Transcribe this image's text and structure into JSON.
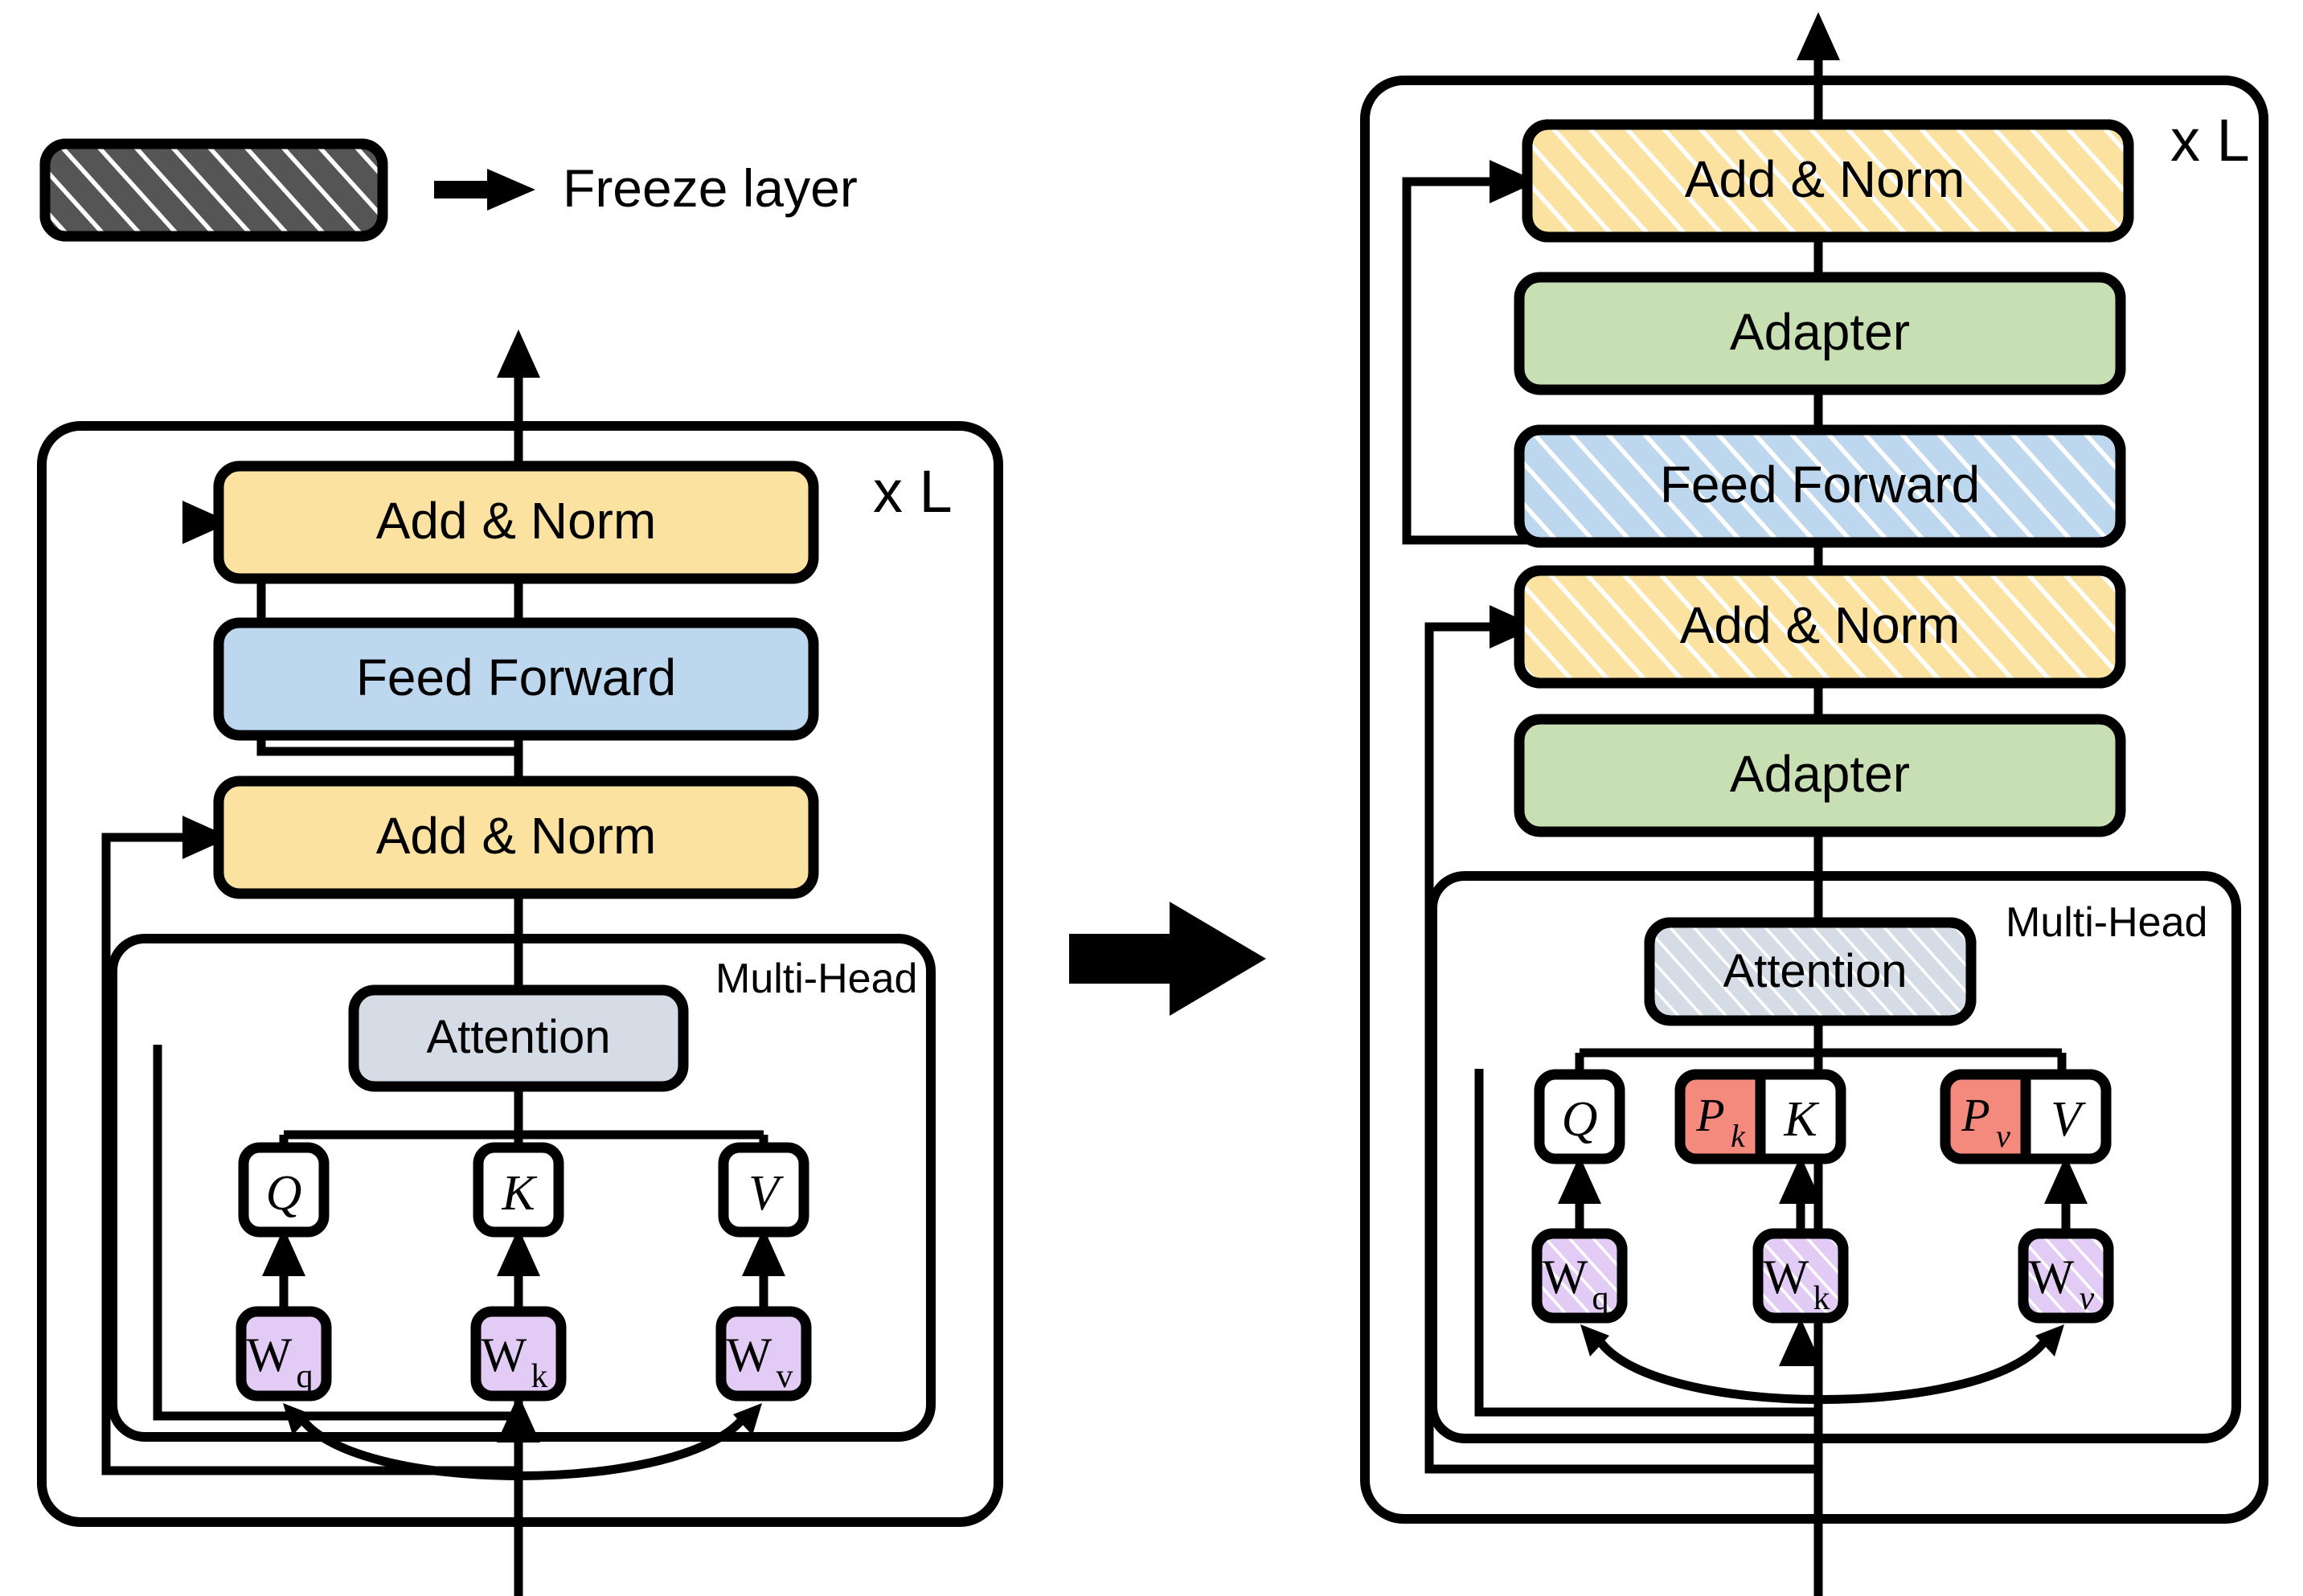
{
  "legend": {
    "swatch_name": "freeze-layer-swatch",
    "arrow_name": "legend-arrow",
    "label": "Freeze layer",
    "swatch_fill": "#555555",
    "hatch_color": "#ffffff"
  },
  "transition_arrow": {
    "name": "transition-arrow",
    "color": "#000000"
  },
  "colors": {
    "yellow": "#FBE2A0",
    "blue": "#BDD7EE",
    "green": "#C8DFB4",
    "gray_blue": "#D6DCE5",
    "purple": "#E2CBF5",
    "salmon": "#F4897E",
    "white": "#FFFFFF",
    "stroke": "#000000"
  },
  "left_block": {
    "repeat_label": "x L",
    "group_label": "Multi-Head",
    "boxes": [
      {
        "id": "add-norm-top",
        "label": "Add & Norm",
        "fill": "#FBE2A0",
        "hatched": false
      },
      {
        "id": "feed-forward",
        "label": "Feed Forward",
        "fill": "#BDD7EE",
        "hatched": false
      },
      {
        "id": "add-norm-bottom",
        "label": "Add & Norm",
        "fill": "#FBE2A0",
        "hatched": false
      },
      {
        "id": "attention",
        "label": "Attention",
        "fill": "#D6DCE5",
        "hatched": false
      }
    ],
    "qkv": [
      {
        "id": "q",
        "label": "Q",
        "fill": "#FFFFFF"
      },
      {
        "id": "k",
        "label": "K",
        "fill": "#FFFFFF"
      },
      {
        "id": "v",
        "label": "V",
        "fill": "#FFFFFF"
      }
    ],
    "weights": [
      {
        "id": "wq",
        "base": "W",
        "sub": "q",
        "fill": "#E2CBF5",
        "hatched": false
      },
      {
        "id": "wk",
        "base": "W",
        "sub": "k",
        "fill": "#E2CBF5",
        "hatched": false
      },
      {
        "id": "wv",
        "base": "W",
        "sub": "v",
        "fill": "#E2CBF5",
        "hatched": false
      }
    ]
  },
  "right_block": {
    "repeat_label": "x L",
    "group_label": "Multi-Head",
    "boxes": [
      {
        "id": "add-norm-top",
        "label": "Add & Norm",
        "fill": "#FBE2A0",
        "hatched": true
      },
      {
        "id": "adapter-top",
        "label": "Adapter",
        "fill": "#C8DFB4",
        "hatched": false
      },
      {
        "id": "feed-forward",
        "label": "Feed Forward",
        "fill": "#BDD7EE",
        "hatched": true
      },
      {
        "id": "add-norm-bottom",
        "label": "Add & Norm",
        "fill": "#FBE2A0",
        "hatched": true
      },
      {
        "id": "adapter-bottom",
        "label": "Adapter",
        "fill": "#C8DFB4",
        "hatched": false
      },
      {
        "id": "attention",
        "label": "Attention",
        "fill": "#D6DCE5",
        "hatched": true
      }
    ],
    "qkv": [
      {
        "id": "q",
        "label": "Q",
        "fill": "#FFFFFF"
      },
      {
        "id": "k",
        "label": "K",
        "fill": "#FFFFFF"
      },
      {
        "id": "v",
        "label": "V",
        "fill": "#FFFFFF"
      }
    ],
    "prefixes": [
      {
        "id": "pk",
        "base": "P",
        "sub": "k",
        "fill": "#F4897E"
      },
      {
        "id": "pv",
        "base": "P",
        "sub": "v",
        "fill": "#F4897E"
      }
    ],
    "weights": [
      {
        "id": "wq",
        "base": "W",
        "sub": "q",
        "fill": "#E2CBF5",
        "hatched": true
      },
      {
        "id": "wk",
        "base": "W",
        "sub": "k",
        "fill": "#E2CBF5",
        "hatched": true
      },
      {
        "id": "wv",
        "base": "W",
        "sub": "v",
        "fill": "#E2CBF5",
        "hatched": true
      }
    ]
  }
}
